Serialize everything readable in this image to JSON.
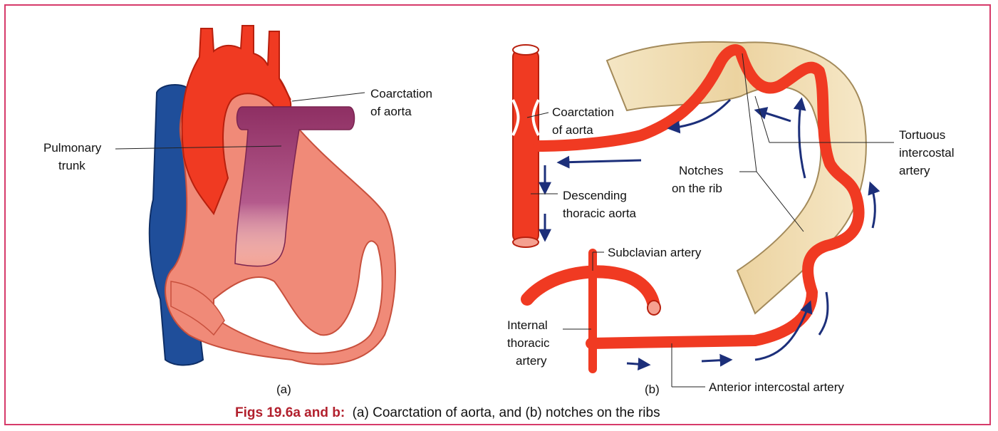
{
  "colors": {
    "border": "#d63a6a",
    "artery": "#f03a22",
    "vein": "#1f4e9a",
    "pulmonary": "#9b3a6e",
    "heart_wall": "#f08a78",
    "rib": "#f2dfb5",
    "arrow": "#1c2f7a",
    "caption_label": "#b2202d"
  },
  "figure_a": {
    "labels": {
      "coarctation_line1": "Coarctation",
      "coarctation_line2": "of aorta",
      "pulmonary_line1": "Pulmonary",
      "pulmonary_line2": "trunk",
      "panel_letter": "(a)"
    }
  },
  "figure_b": {
    "labels": {
      "coarctation_line1": "Coarctation",
      "coarctation_line2": "of aorta",
      "descending_line1": "Descending",
      "descending_line2": "thoracic aorta",
      "subclavian": "Subclavian artery",
      "internal_line1": "Internal",
      "internal_line2": "thoracic",
      "internal_line3": "artery",
      "notches_line1": "Notches",
      "notches_line2": "on the rib",
      "tortuous_line1": "Tortuous",
      "tortuous_line2": "intercostal",
      "tortuous_line3": "artery",
      "anterior": "Anterior intercostal artery",
      "panel_letter": "(b)"
    }
  },
  "caption": {
    "label": "Figs 19.6a and b:",
    "text": "(a) Coarctation of aorta, and (b) notches on the ribs"
  }
}
